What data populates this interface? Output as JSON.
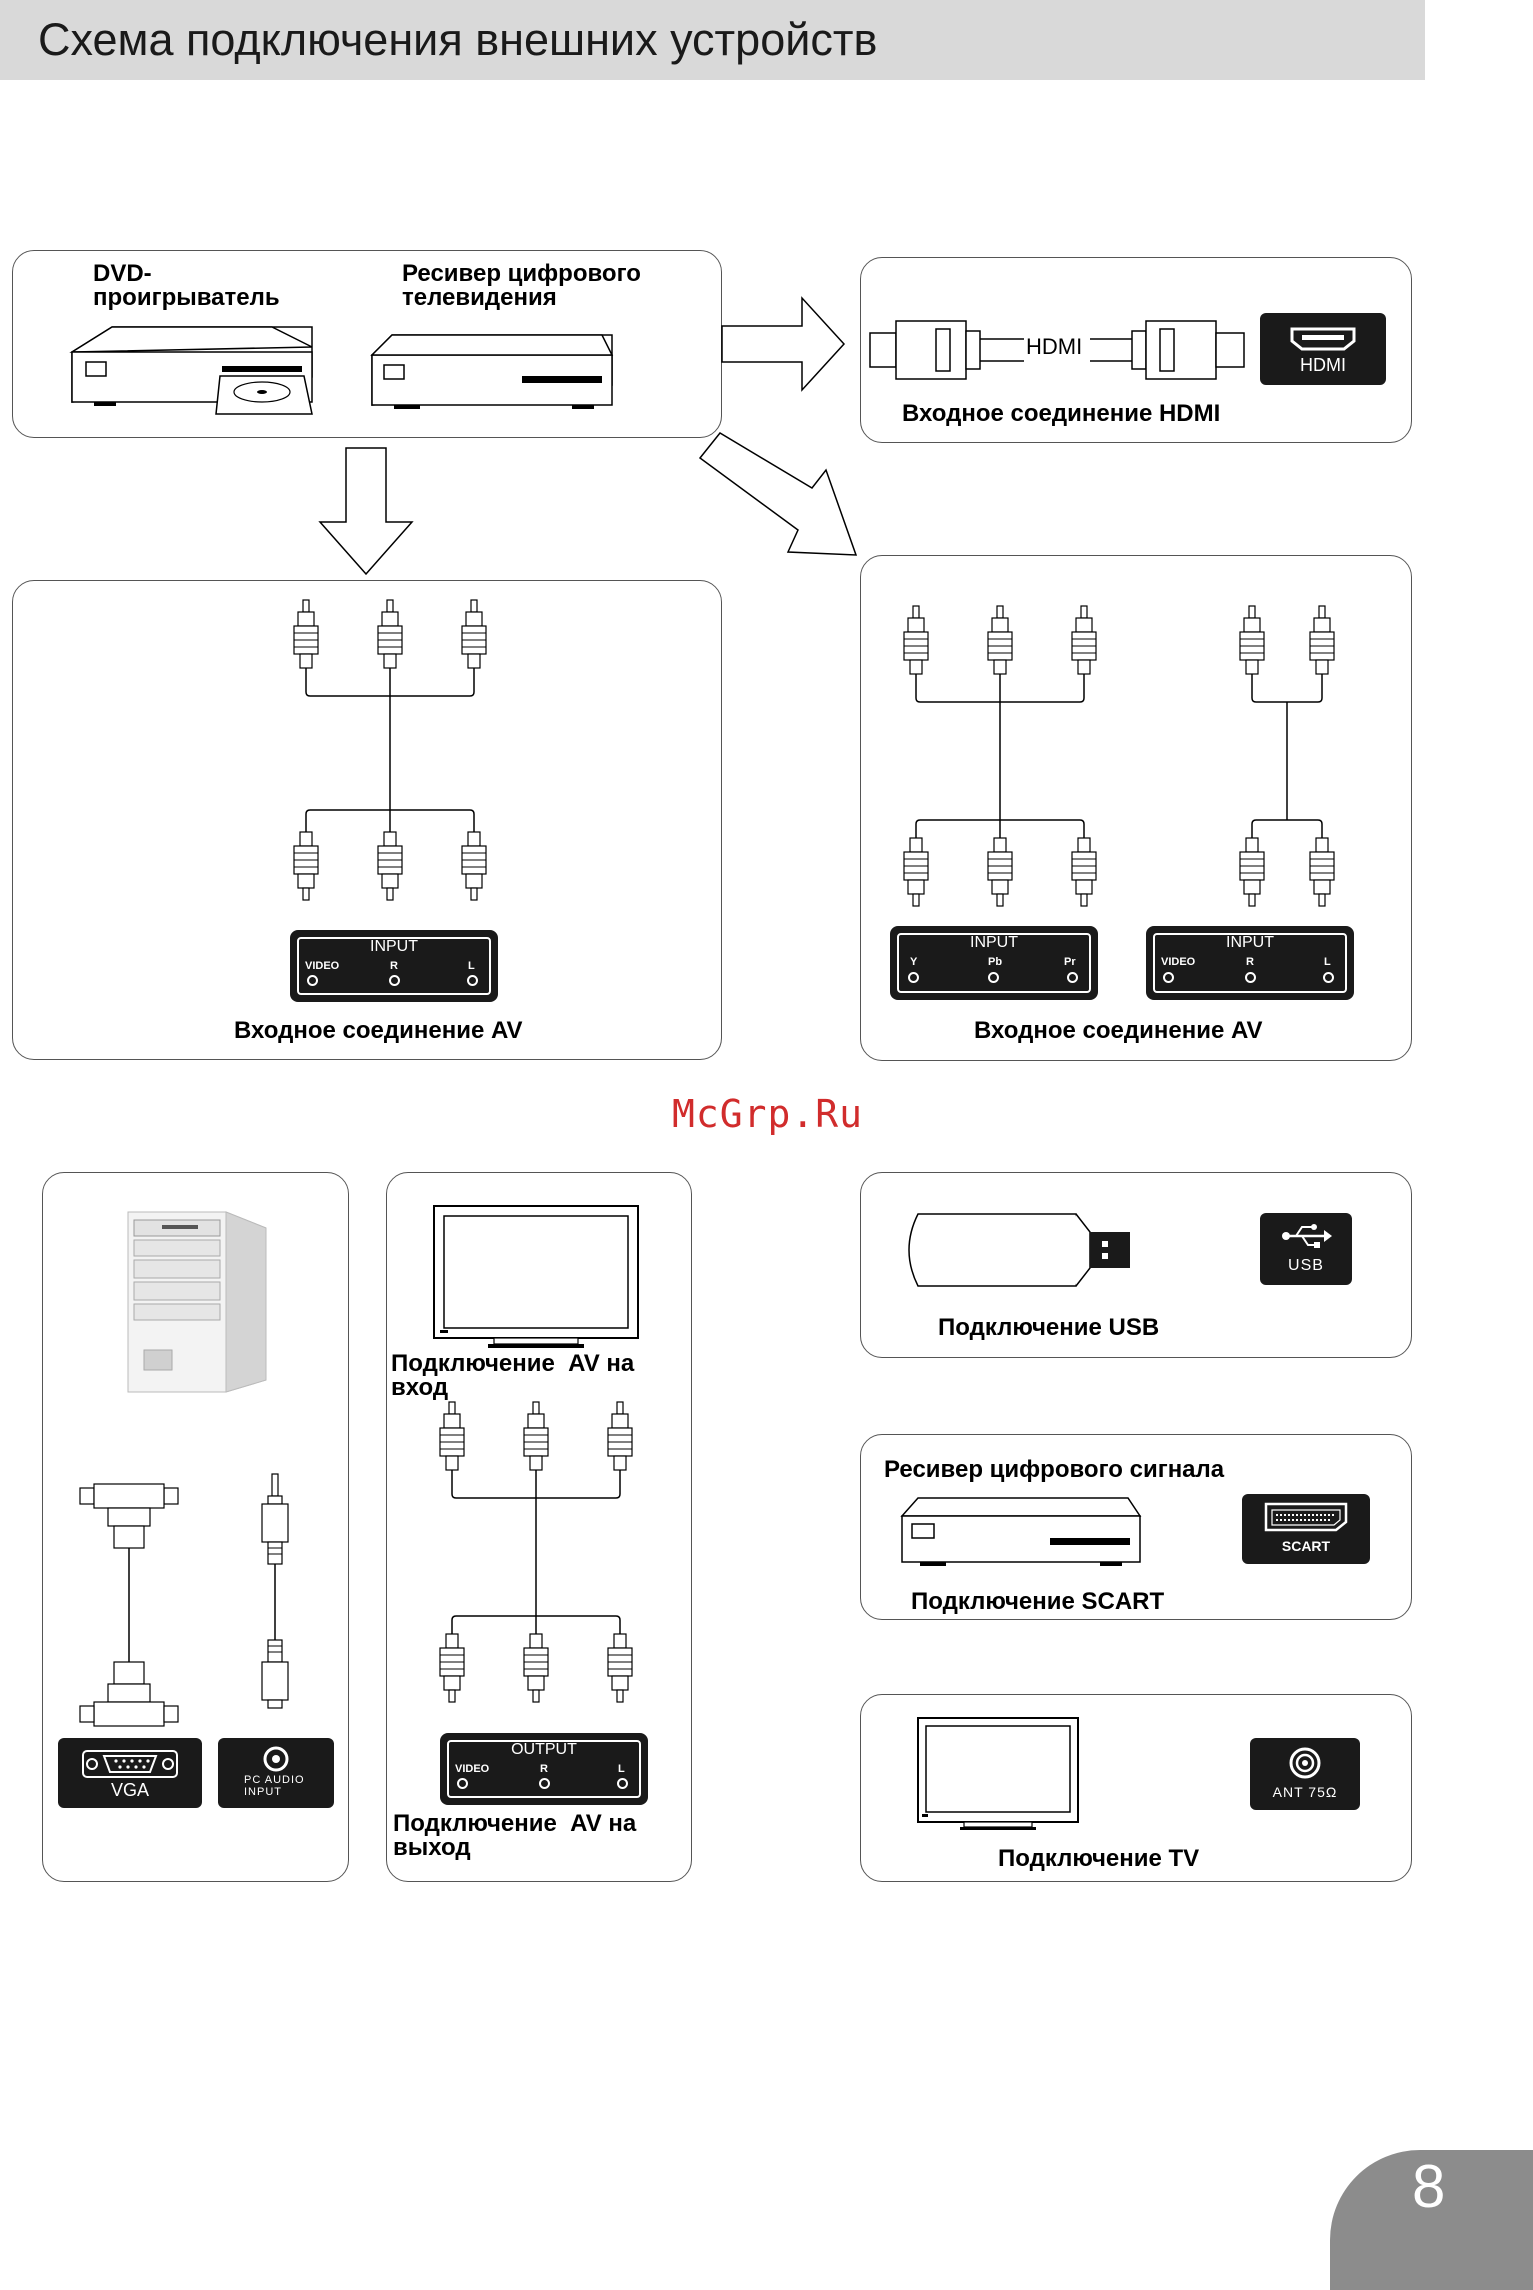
{
  "header": {
    "title": "Схема подключения внешних устройств"
  },
  "sources": {
    "dvd_label": "DVD-\nпроигрыватель",
    "receiver_label": "Ресивер цифрового\nтелевидения"
  },
  "hdmi": {
    "cable_label": "HDMI",
    "port_label": "HDMI",
    "caption": "Входное соединение HDMI"
  },
  "av_left": {
    "panel_title": "INPUT",
    "jacks": [
      "VIDEO",
      "R",
      "L"
    ],
    "caption": "Входное соединение AV"
  },
  "av_right": {
    "panel1_title": "INPUT",
    "panel1_jacks": [
      "Y",
      "Pb",
      "Pr"
    ],
    "panel2_title": "INPUT",
    "panel2_jacks": [
      "VIDEO",
      "R",
      "L"
    ],
    "caption": "Входное соединение AV"
  },
  "watermark": "McGrp.Ru",
  "pc": {
    "vga_label": "VGA",
    "audio_label": "PC AUDIO\nINPUT"
  },
  "av_out": {
    "caption_in": "Подключение  AV на\nвход",
    "panel_title": "OUTPUT",
    "jacks": [
      "VIDEO",
      "R",
      "L"
    ],
    "caption_out": "Подключение  AV на\nвыход"
  },
  "usb": {
    "port_label": "USB",
    "caption": "Подключение  USB"
  },
  "scart": {
    "title": "Ресивер цифрового сигнала",
    "port_label": "SCART",
    "caption": "Подключение  SCART"
  },
  "tv": {
    "port_label": "ANT 75Ω",
    "caption": "Подключение  TV"
  },
  "page_number": "8"
}
